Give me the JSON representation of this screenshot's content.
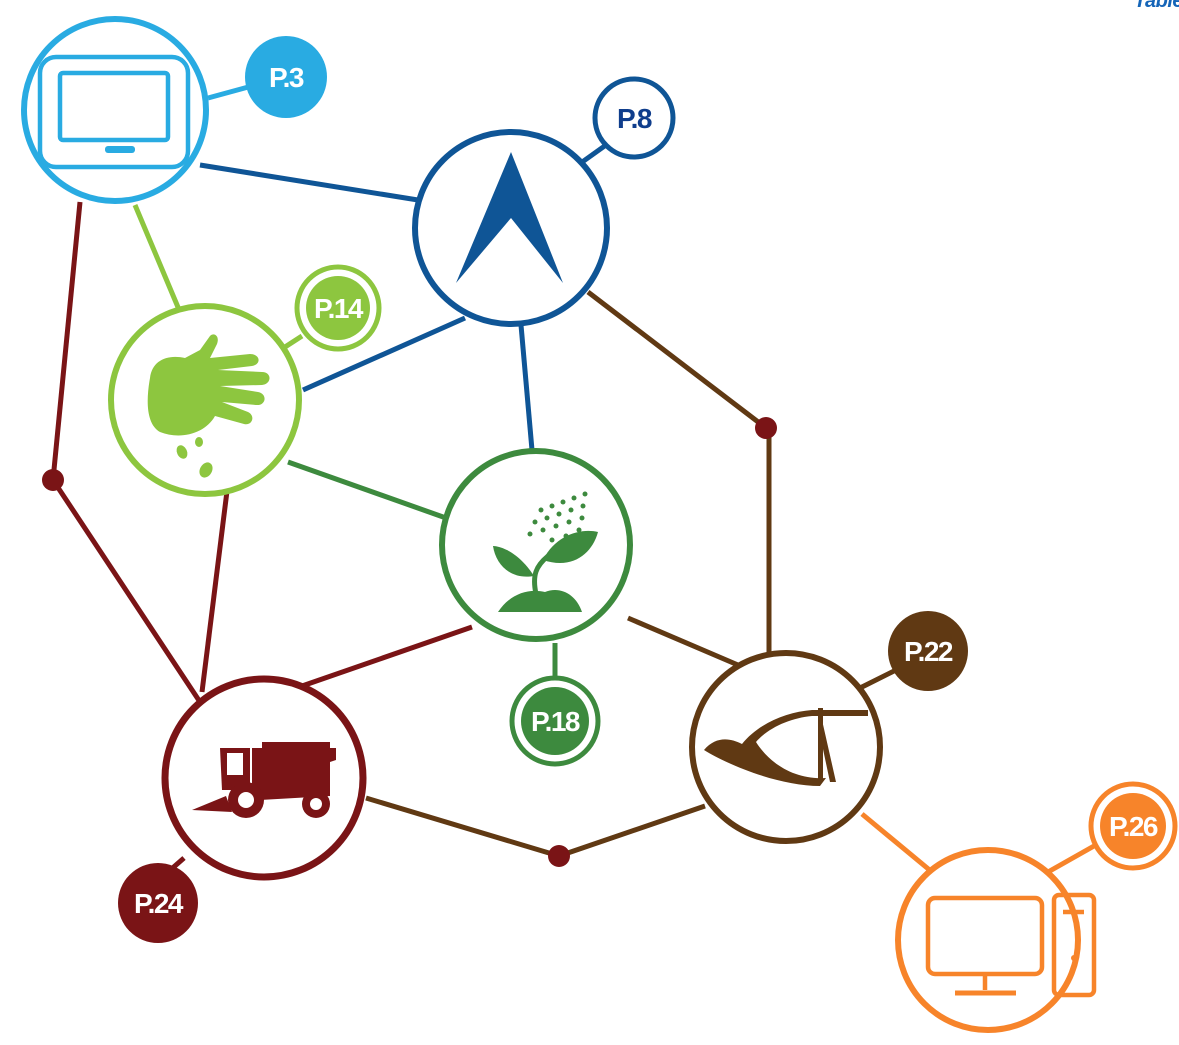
{
  "corner_label": "Table",
  "colors": {
    "monitor": "#29abe2",
    "navigation": "#0f5596",
    "navigation_badge_text": "#0f3d8c",
    "glove": "#8dc63f",
    "seeding": "#3d8a3e",
    "plow": "#603913",
    "harvester": "#7a1416",
    "computer": "#f7842a"
  },
  "nodes": [
    {
      "id": "monitor",
      "icon": "tablet-monitor-icon",
      "badge": "P.3"
    },
    {
      "id": "navigation",
      "icon": "navigation-arrow-icon",
      "badge": "P.8"
    },
    {
      "id": "glove",
      "icon": "glove-hand-icon",
      "badge": "P.14"
    },
    {
      "id": "seeding",
      "icon": "seedling-spray-icon",
      "badge": "P.18"
    },
    {
      "id": "plow",
      "icon": "plow-icon",
      "badge": "P.22"
    },
    {
      "id": "harvester",
      "icon": "combine-harvester-icon",
      "badge": "P.24"
    },
    {
      "id": "computer",
      "icon": "desktop-computer-icon",
      "badge": "P.26"
    }
  ]
}
